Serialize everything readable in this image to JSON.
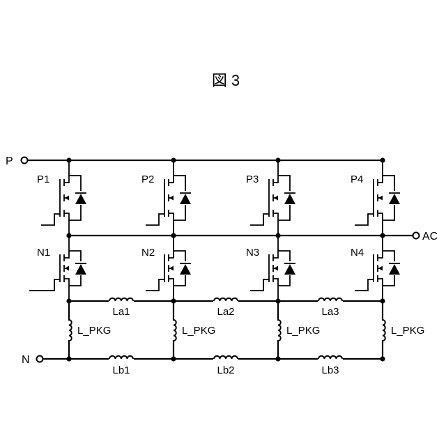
{
  "figure": {
    "title": "図 3"
  },
  "terminals": {
    "p": "P",
    "n": "N",
    "ac": "AC"
  },
  "switches": {
    "high": [
      "P1",
      "P2",
      "P3",
      "P4"
    ],
    "low": [
      "N1",
      "N2",
      "N3",
      "N4"
    ]
  },
  "inductors": {
    "top": [
      "La1",
      "La2",
      "La3"
    ],
    "bottom": [
      "Lb1",
      "Lb2",
      "Lb3"
    ],
    "package": [
      "L_PKG",
      "L_PKG",
      "L_PKG",
      "L_PKG"
    ]
  }
}
